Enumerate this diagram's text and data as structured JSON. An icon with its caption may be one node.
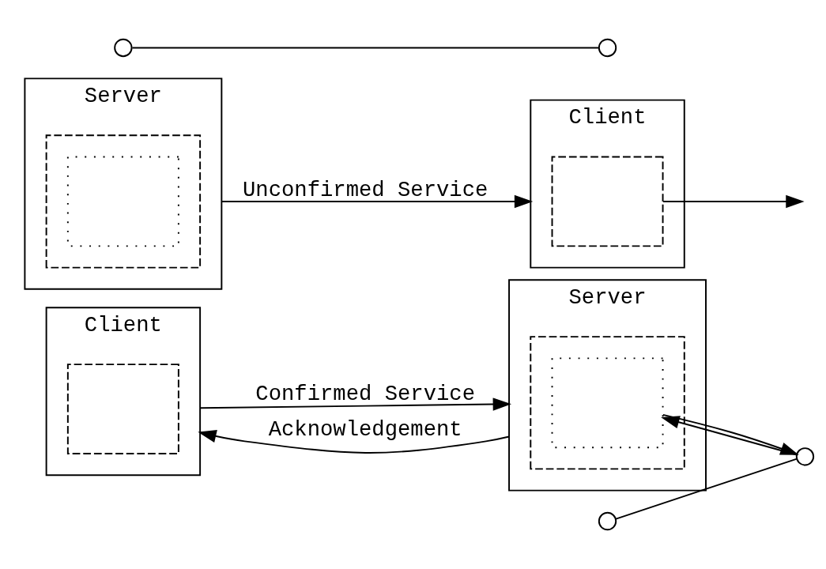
{
  "diagram": {
    "nodes": [
      {
        "text": [
          "Client"
        ]
      },
      {
        "text": [],
        "shape": "box",
        "in": 0
      },
      {
        "text": [
          "Server"
        ]
      },
      {
        "text": [],
        "shape": "box",
        "in": 2
      },
      {
        "text": [],
        "shape": "box",
        "in": 3
      },
      {
        "text": [],
        "shape": "circle"
      },
      {
        "text": [],
        "shape": "circle"
      },
      {
        "text": [
          "Server"
        ]
      },
      {
        "text": [],
        "shape": "box",
        "in": 7
      },
      {
        "text": [],
        "shape": "box",
        "in": 8
      },
      {
        "text": [],
        "shape": "circle"
      },
      {
        "text": [
          "Client"
        ]
      },
      {
        "text": [],
        "shape": "box",
        "in": 11
      },
      {
        "text": [],
        "shape": "circle"
      }
    ],
    "edges": [
      {
        "from": 0,
        "to": 2,
        "label": "Confirmed Service",
        "arrow": "to"
      },
      {
        "from": 5,
        "to": 6,
        "arrow": "none"
      },
      {
        "from": 2,
        "to": 0,
        "label": "Acknowledgement",
        "arrow": "to"
      },
      {
        "from": 4,
        "to": 6,
        "arrow": "to"
      },
      {
        "from": 6,
        "to": 4,
        "arrow": "to"
      },
      {
        "from": 7,
        "to": 11,
        "label": "Unconfirmed Service",
        "arrow": "to"
      },
      {
        "from": 10,
        "to": 13,
        "arrow": "none"
      },
      {
        "from": 12,
        "to": null,
        "arrow": "to"
      }
    ]
  }
}
